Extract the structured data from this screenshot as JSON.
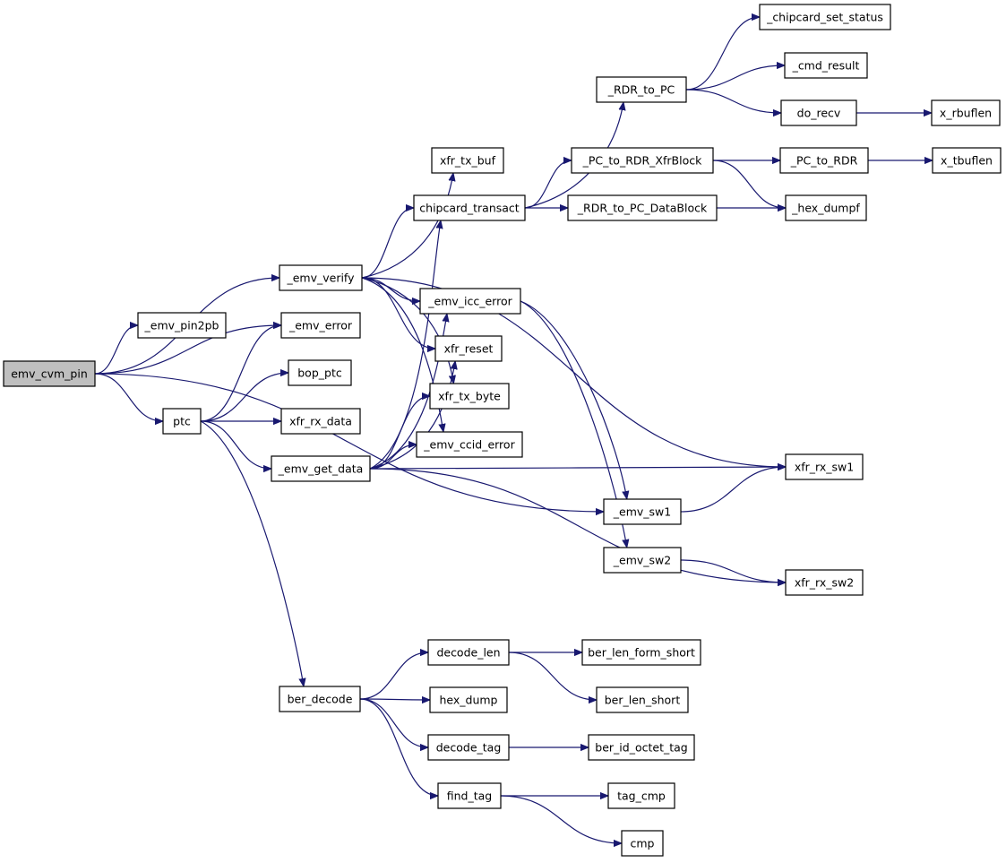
{
  "chart_data": {
    "type": "call-graph",
    "root": "emv_cvm_pin",
    "nodes": [
      {
        "id": "emv_cvm_pin",
        "label": "emv_cvm_pin",
        "root": true
      },
      {
        "id": "_emv_verify",
        "label": "_emv_verify"
      },
      {
        "id": "_emv_pin2pb",
        "label": "_emv_pin2pb"
      },
      {
        "id": "_emv_error",
        "label": "_emv_error"
      },
      {
        "id": "bop_ptc",
        "label": "bop_ptc"
      },
      {
        "id": "ptc",
        "label": "ptc"
      },
      {
        "id": "xfr_rx_data",
        "label": "xfr_rx_data"
      },
      {
        "id": "_emv_get_data",
        "label": "_emv_get_data"
      },
      {
        "id": "ber_decode",
        "label": "ber_decode"
      },
      {
        "id": "xfr_tx_buf",
        "label": "xfr_tx_buf"
      },
      {
        "id": "chipcard_transact",
        "label": "chipcard_transact"
      },
      {
        "id": "_emv_icc_error",
        "label": "_emv_icc_error"
      },
      {
        "id": "xfr_reset",
        "label": "xfr_reset"
      },
      {
        "id": "xfr_tx_byte",
        "label": "xfr_tx_byte"
      },
      {
        "id": "_emv_ccid_error",
        "label": "_emv_ccid_error"
      },
      {
        "id": "_RDR_to_PC",
        "label": "_RDR_to_PC"
      },
      {
        "id": "_PC_to_RDR_XfrBlock",
        "label": "_PC_to_RDR_XfrBlock"
      },
      {
        "id": "_RDR_to_PC_DataBlock",
        "label": "_RDR_to_PC_DataBlock"
      },
      {
        "id": "_chipcard_set_status",
        "label": "_chipcard_set_status"
      },
      {
        "id": "_cmd_result",
        "label": "_cmd_result"
      },
      {
        "id": "do_recv",
        "label": "do_recv"
      },
      {
        "id": "x_rbuflen",
        "label": "x_rbuflen"
      },
      {
        "id": "_PC_to_RDR",
        "label": "_PC_to_RDR"
      },
      {
        "id": "x_tbuflen",
        "label": "x_tbuflen"
      },
      {
        "id": "_hex_dumpf",
        "label": "_hex_dumpf"
      },
      {
        "id": "xfr_rx_sw1",
        "label": "xfr_rx_sw1"
      },
      {
        "id": "_emv_sw1",
        "label": "_emv_sw1"
      },
      {
        "id": "_emv_sw2",
        "label": "_emv_sw2"
      },
      {
        "id": "xfr_rx_sw2",
        "label": "xfr_rx_sw2"
      },
      {
        "id": "decode_len",
        "label": "decode_len"
      },
      {
        "id": "hex_dump",
        "label": "hex_dump"
      },
      {
        "id": "decode_tag",
        "label": "decode_tag"
      },
      {
        "id": "find_tag",
        "label": "find_tag"
      },
      {
        "id": "ber_len_form_short",
        "label": "ber_len_form_short"
      },
      {
        "id": "ber_len_short",
        "label": "ber_len_short"
      },
      {
        "id": "ber_id_octet_tag",
        "label": "ber_id_octet_tag"
      },
      {
        "id": "tag_cmp",
        "label": "tag_cmp"
      },
      {
        "id": "cmp",
        "label": "cmp"
      }
    ],
    "edges": [
      [
        "emv_cvm_pin",
        "_emv_verify"
      ],
      [
        "emv_cvm_pin",
        "_emv_pin2pb"
      ],
      [
        "emv_cvm_pin",
        "_emv_error"
      ],
      [
        "emv_cvm_pin",
        "ptc"
      ],
      [
        "emv_cvm_pin",
        "_emv_sw1"
      ],
      [
        "_emv_verify",
        "xfr_tx_buf"
      ],
      [
        "_emv_verify",
        "chipcard_transact"
      ],
      [
        "_emv_verify",
        "_emv_icc_error"
      ],
      [
        "_emv_verify",
        "xfr_reset"
      ],
      [
        "_emv_verify",
        "xfr_tx_byte"
      ],
      [
        "_emv_verify",
        "_emv_ccid_error"
      ],
      [
        "_emv_verify",
        "xfr_rx_sw1"
      ],
      [
        "ptc",
        "_emv_error"
      ],
      [
        "ptc",
        "bop_ptc"
      ],
      [
        "ptc",
        "xfr_rx_data"
      ],
      [
        "ptc",
        "_emv_get_data"
      ],
      [
        "ptc",
        "ber_decode"
      ],
      [
        "_emv_get_data",
        "chipcard_transact"
      ],
      [
        "_emv_get_data",
        "_emv_icc_error"
      ],
      [
        "_emv_get_data",
        "xfr_reset"
      ],
      [
        "_emv_get_data",
        "xfr_tx_byte"
      ],
      [
        "_emv_get_data",
        "_emv_ccid_error"
      ],
      [
        "_emv_get_data",
        "xfr_rx_sw1"
      ],
      [
        "_emv_get_data",
        "xfr_rx_sw2"
      ],
      [
        "chipcard_transact",
        "_RDR_to_PC"
      ],
      [
        "chipcard_transact",
        "_PC_to_RDR_XfrBlock"
      ],
      [
        "chipcard_transact",
        "_RDR_to_PC_DataBlock"
      ],
      [
        "_RDR_to_PC",
        "_chipcard_set_status"
      ],
      [
        "_RDR_to_PC",
        "_cmd_result"
      ],
      [
        "_RDR_to_PC",
        "do_recv"
      ],
      [
        "do_recv",
        "x_rbuflen"
      ],
      [
        "_PC_to_RDR_XfrBlock",
        "_PC_to_RDR"
      ],
      [
        "_PC_to_RDR_XfrBlock",
        "_hex_dumpf"
      ],
      [
        "_PC_to_RDR",
        "x_tbuflen"
      ],
      [
        "_RDR_to_PC_DataBlock",
        "_hex_dumpf"
      ],
      [
        "_emv_icc_error",
        "_emv_sw1"
      ],
      [
        "_emv_icc_error",
        "_emv_sw2"
      ],
      [
        "_emv_sw1",
        "xfr_rx_sw1"
      ],
      [
        "_emv_sw2",
        "xfr_rx_sw2"
      ],
      [
        "ber_decode",
        "decode_len"
      ],
      [
        "ber_decode",
        "hex_dump"
      ],
      [
        "ber_decode",
        "decode_tag"
      ],
      [
        "ber_decode",
        "find_tag"
      ],
      [
        "decode_len",
        "ber_len_form_short"
      ],
      [
        "decode_len",
        "ber_len_short"
      ],
      [
        "decode_tag",
        "ber_id_octet_tag"
      ],
      [
        "find_tag",
        "tag_cmp"
      ],
      [
        "find_tag",
        "cmp"
      ]
    ],
    "colors": {
      "edge": "#191970",
      "node_border": "#000000",
      "node_fill": "#ffffff",
      "root_fill": "#bfbfbf"
    }
  }
}
